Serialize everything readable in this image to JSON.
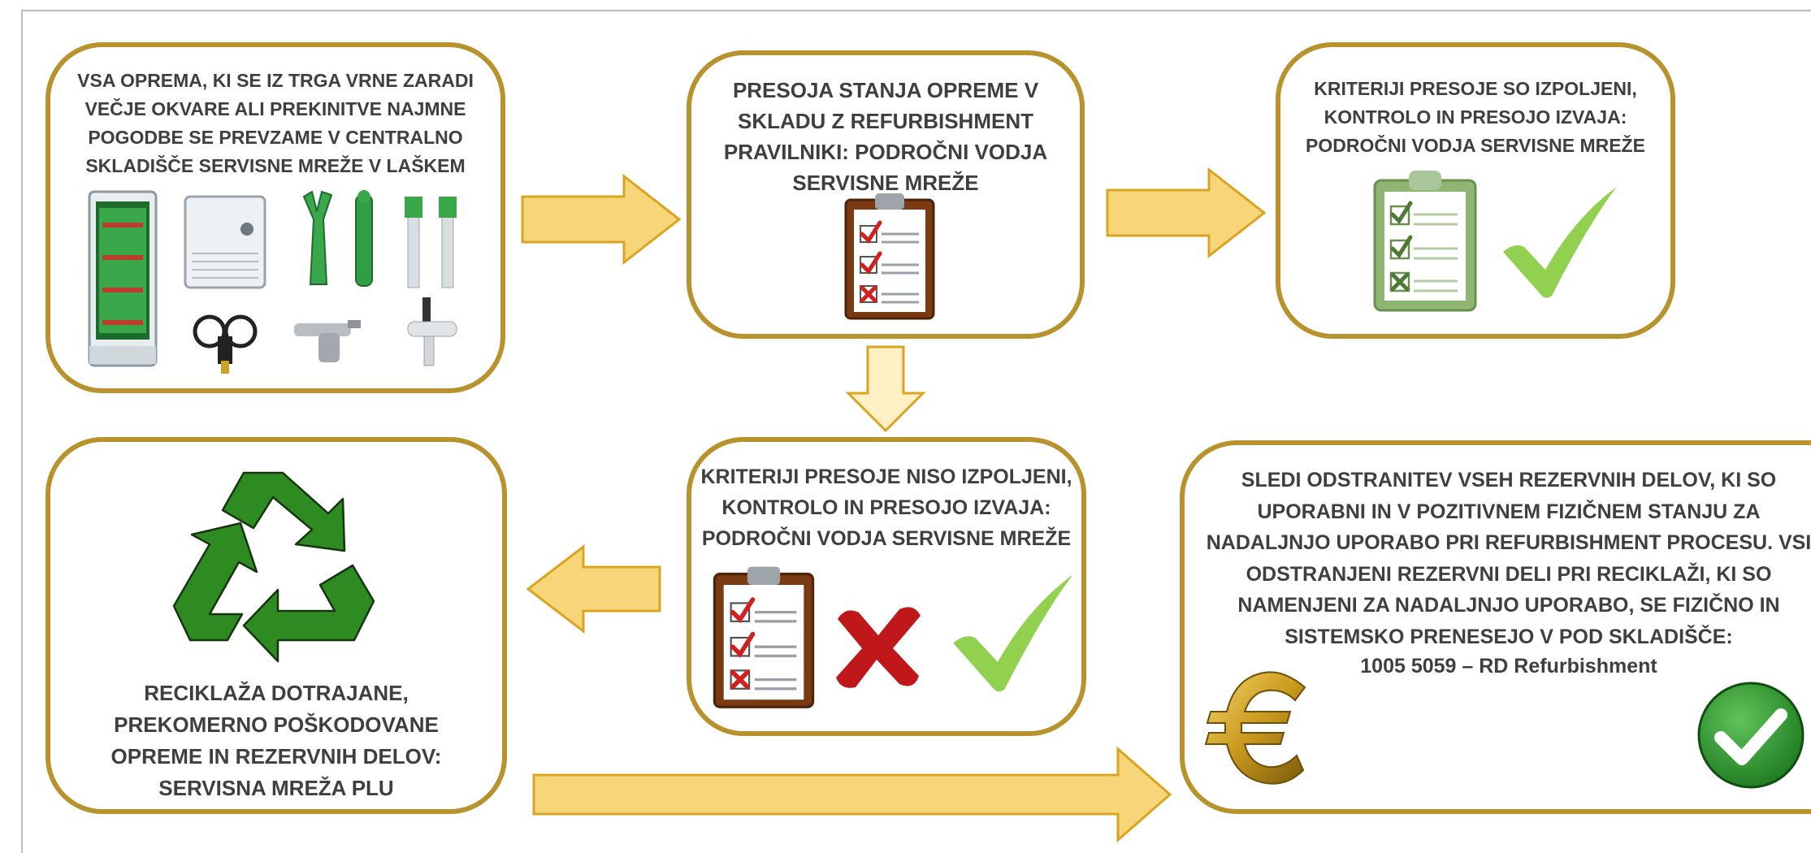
{
  "steps": {
    "intake": {
      "text": "VSA OPREMA, KI SE IZ TRGA VRNE ZARADI VEČJE OKVARE ALI PREKINITVE NAJMNE POGODBE SE PREVZAME V CENTRALNO SKLADIŠČE SERVISNE MREŽE V LAŠKEM"
    },
    "assessment": {
      "text": "PRESOJA STANJA OPREME V SKLADU Z REFURBISHMENT PRAVILNIKI: PODROČNI VODJA SERVISNE MREŽE"
    },
    "criteria_met": {
      "text": "KRITERIJI PRESOJE SO IZPOLJENI, KONTROLO IN PRESOJO IZVAJA: PODROČNI VODJA SERVISNE MREŽE"
    },
    "criteria_not_met": {
      "text": "KRITERIJI PRESOJE NISO IZPOLJENI, KONTROLO IN PRESOJO IZVAJA: PODROČNI VODJA SERVISNE MREŽE"
    },
    "recycling": {
      "text": "RECIKLAŽA DOTRAJANE, PREKOMERNO POŠKODOVANE OPREME IN REZERVNIH DELOV: SERVISNA MREŽA PLU"
    },
    "spare_parts": {
      "text": "SLEDI ODSTRANITEV VSEH REZERVNIH DELOV, KI SO UPORABNI IN V POZITIVNEM FIZIČNEM STANJU ZA NADALJNJO UPORABO PRI REFURBISHMENT PROCESU. VSI ODSTRANJENI REZERVNI DELI PRI RECIKLAŽI, KI SO NAMENJENI ZA NADALJNJO UPORABO, SE FIZIČNO IN SISTEMSKO PRENESEJO V POD SKLADIŠČE:",
      "warehouse": "1005 5059 – RD Refurbishment"
    }
  },
  "icons": {
    "intake": [
      "beer-fridge-icon",
      "beer-cooler-icon",
      "beer-tap-tower-icon",
      "beer-tap-column-icon",
      "pressure-regulator-icon",
      "keg-coupler-icon",
      "tap-faucet-icon"
    ],
    "assessment": "clipboard-checklist-icon",
    "criteria_met": [
      "green-clipboard-icon",
      "green-check-icon"
    ],
    "criteria_not_met": [
      "clipboard-checklist-icon",
      "red-x-icon",
      "green-check-icon"
    ],
    "recycling": "recycle-icon",
    "spare_parts": [
      "euro-icon",
      "green-check-badge-icon"
    ]
  },
  "colors": {
    "box_border": "#b8922c",
    "arrow_fill": "#f7d67a",
    "arrow_border": "#d9a520",
    "arrow_light_fill": "#fdf0c4",
    "text": "#3f3f3f",
    "check_green": "#92d050",
    "recycle_green": "#2e8b22",
    "red_x": "#c0181a"
  }
}
